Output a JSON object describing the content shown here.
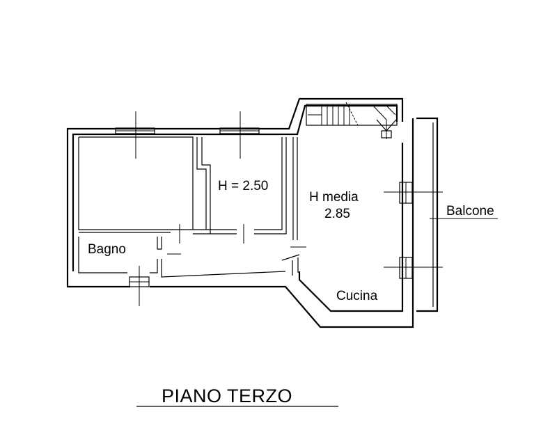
{
  "plan": {
    "title": "PIANO TERZO",
    "rooms": {
      "bagno": "Bagno",
      "room_height": "H = 2.50",
      "kitchen_height_label": "H media",
      "kitchen_height_value": "2.85",
      "cucina": "Cucina",
      "balcone": "Balcone"
    }
  }
}
